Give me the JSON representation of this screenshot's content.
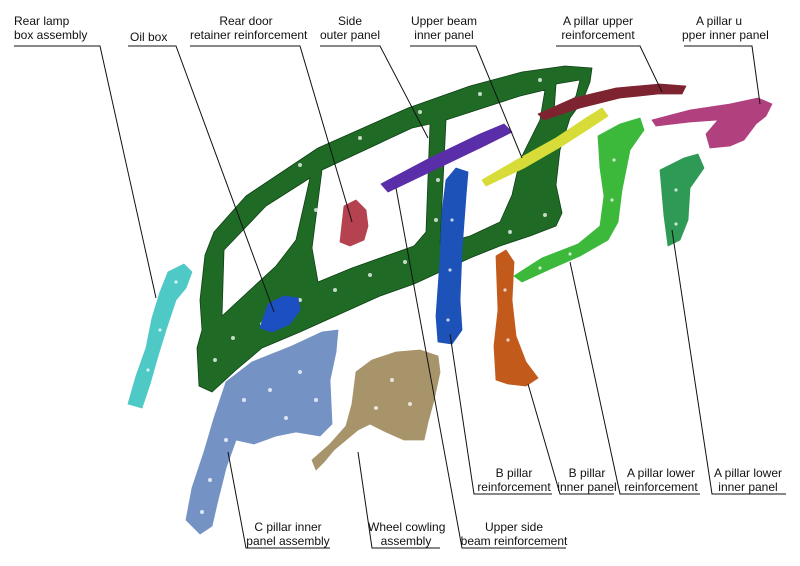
{
  "labels": {
    "rear_lamp_box_assembly": [
      "Rear lamp",
      "box assembly"
    ],
    "oil_box": [
      "Oil box"
    ],
    "rear_door_retainer_reinforcement": [
      "Rear door",
      "retainer reinforcement"
    ],
    "side_outer_panel": [
      "Side",
      "outer panel"
    ],
    "upper_beam_inner_panel": [
      "Upper beam",
      "inner panel"
    ],
    "a_pillar_upper_reinforcement": [
      "A pillar upper",
      "reinforcement"
    ],
    "a_pillar_upper_inner_panel": [
      "A pillar u",
      "pper inner panel"
    ],
    "b_pillar_reinforcement": [
      "B pillar",
      "reinforcement"
    ],
    "b_pillar_inner_panel": [
      "B pillar",
      "inner panel"
    ],
    "a_pillar_lower_reinforcement": [
      "A pillar lower",
      "reinforcement"
    ],
    "a_pillar_lower_inner_panel": [
      "A pillar lower",
      "inner panel"
    ],
    "c_pillar_inner_panel_assembly": [
      "C pillar inner",
      "panel assembly"
    ],
    "wheel_cowling_assembly": [
      "Wheel cowling",
      "assembly"
    ],
    "upper_side_beam_reinforcement": [
      "Upper side",
      "beam reinforcement"
    ]
  },
  "colors": {
    "side_outer_panel": "#1f6b26",
    "side_outer_panel_edge": "#0f4015",
    "rear_lamp_box_assembly": "#4fc9c6",
    "oil_box": "#1c4fc2",
    "rear_door_retainer_reinforcement": "#b5434f",
    "upper_side_beam_reinforcement": "#5a2ea8",
    "b_pillar_reinforcement": "#1d52b8",
    "b_pillar_inner_panel": "#c25a1c",
    "upper_beam_inner_panel": "#d8dc38",
    "a_pillar_upper_reinforcement": "#7d2430",
    "a_pillar_upper_inner_panel": "#b0407e",
    "a_pillar_lower_reinforcement": "#3cb83a",
    "a_pillar_lower_inner_panel": "#2e9a55",
    "c_pillar_inner_panel_assembly": "#7592c4",
    "wheel_cowling_assembly": "#a8946a",
    "leader_line": "#111111",
    "label_text": "#111111"
  }
}
